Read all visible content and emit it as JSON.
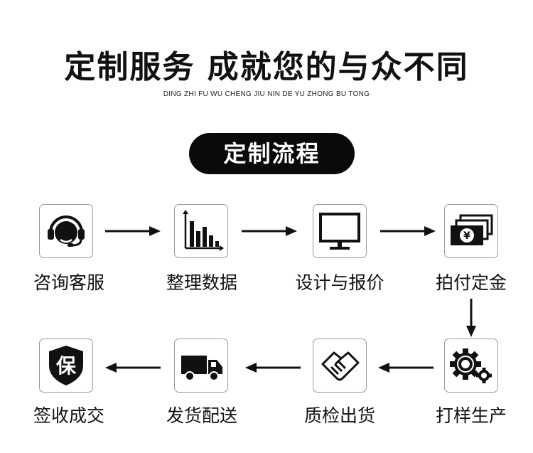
{
  "header": {
    "title": "定制服务 成就您的与众不同",
    "subtitle": "DING ZHI FU WU  CHENG JIU NIN DE YU ZHONG BU TONG"
  },
  "process": {
    "heading": "定制流程",
    "steps": [
      {
        "label": "咨询客服",
        "icon": "headset-icon"
      },
      {
        "label": "整理数据",
        "icon": "bar-chart-icon"
      },
      {
        "label": "设计与报价",
        "icon": "monitor-icon"
      },
      {
        "label": "拍付定金",
        "icon": "money-icon"
      },
      {
        "label": "打样生产",
        "icon": "gears-icon"
      },
      {
        "label": "质检出货",
        "icon": "handshake-icon"
      },
      {
        "label": "发货配送",
        "icon": "truck-icon"
      },
      {
        "label": "签收成交",
        "icon": "shield-icon"
      }
    ],
    "shield_text": "保",
    "money_symbol": "¥"
  },
  "colors": {
    "text": "#111111",
    "box_border": "#9a9a9a",
    "pill_bg": "#0a0a0a"
  }
}
